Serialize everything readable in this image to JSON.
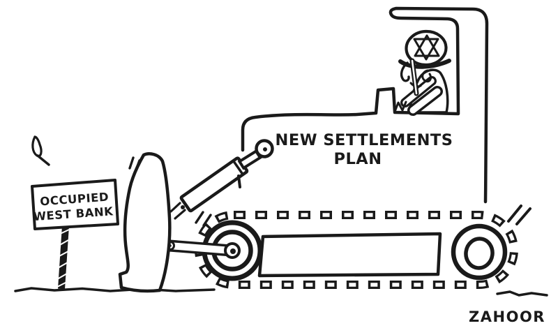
{
  "colors": {
    "ink": "#1a1a1a",
    "paper": "#ffffff"
  },
  "sign": {
    "line1": "OCCUPIED",
    "line2": "WEST BANK"
  },
  "bulldozer": {
    "label_line1": "NEW SETTLEMENTS",
    "label_line2": "PLAN",
    "driver_helmet_icon": "star-of-david"
  },
  "signature": "ZAHOOR"
}
